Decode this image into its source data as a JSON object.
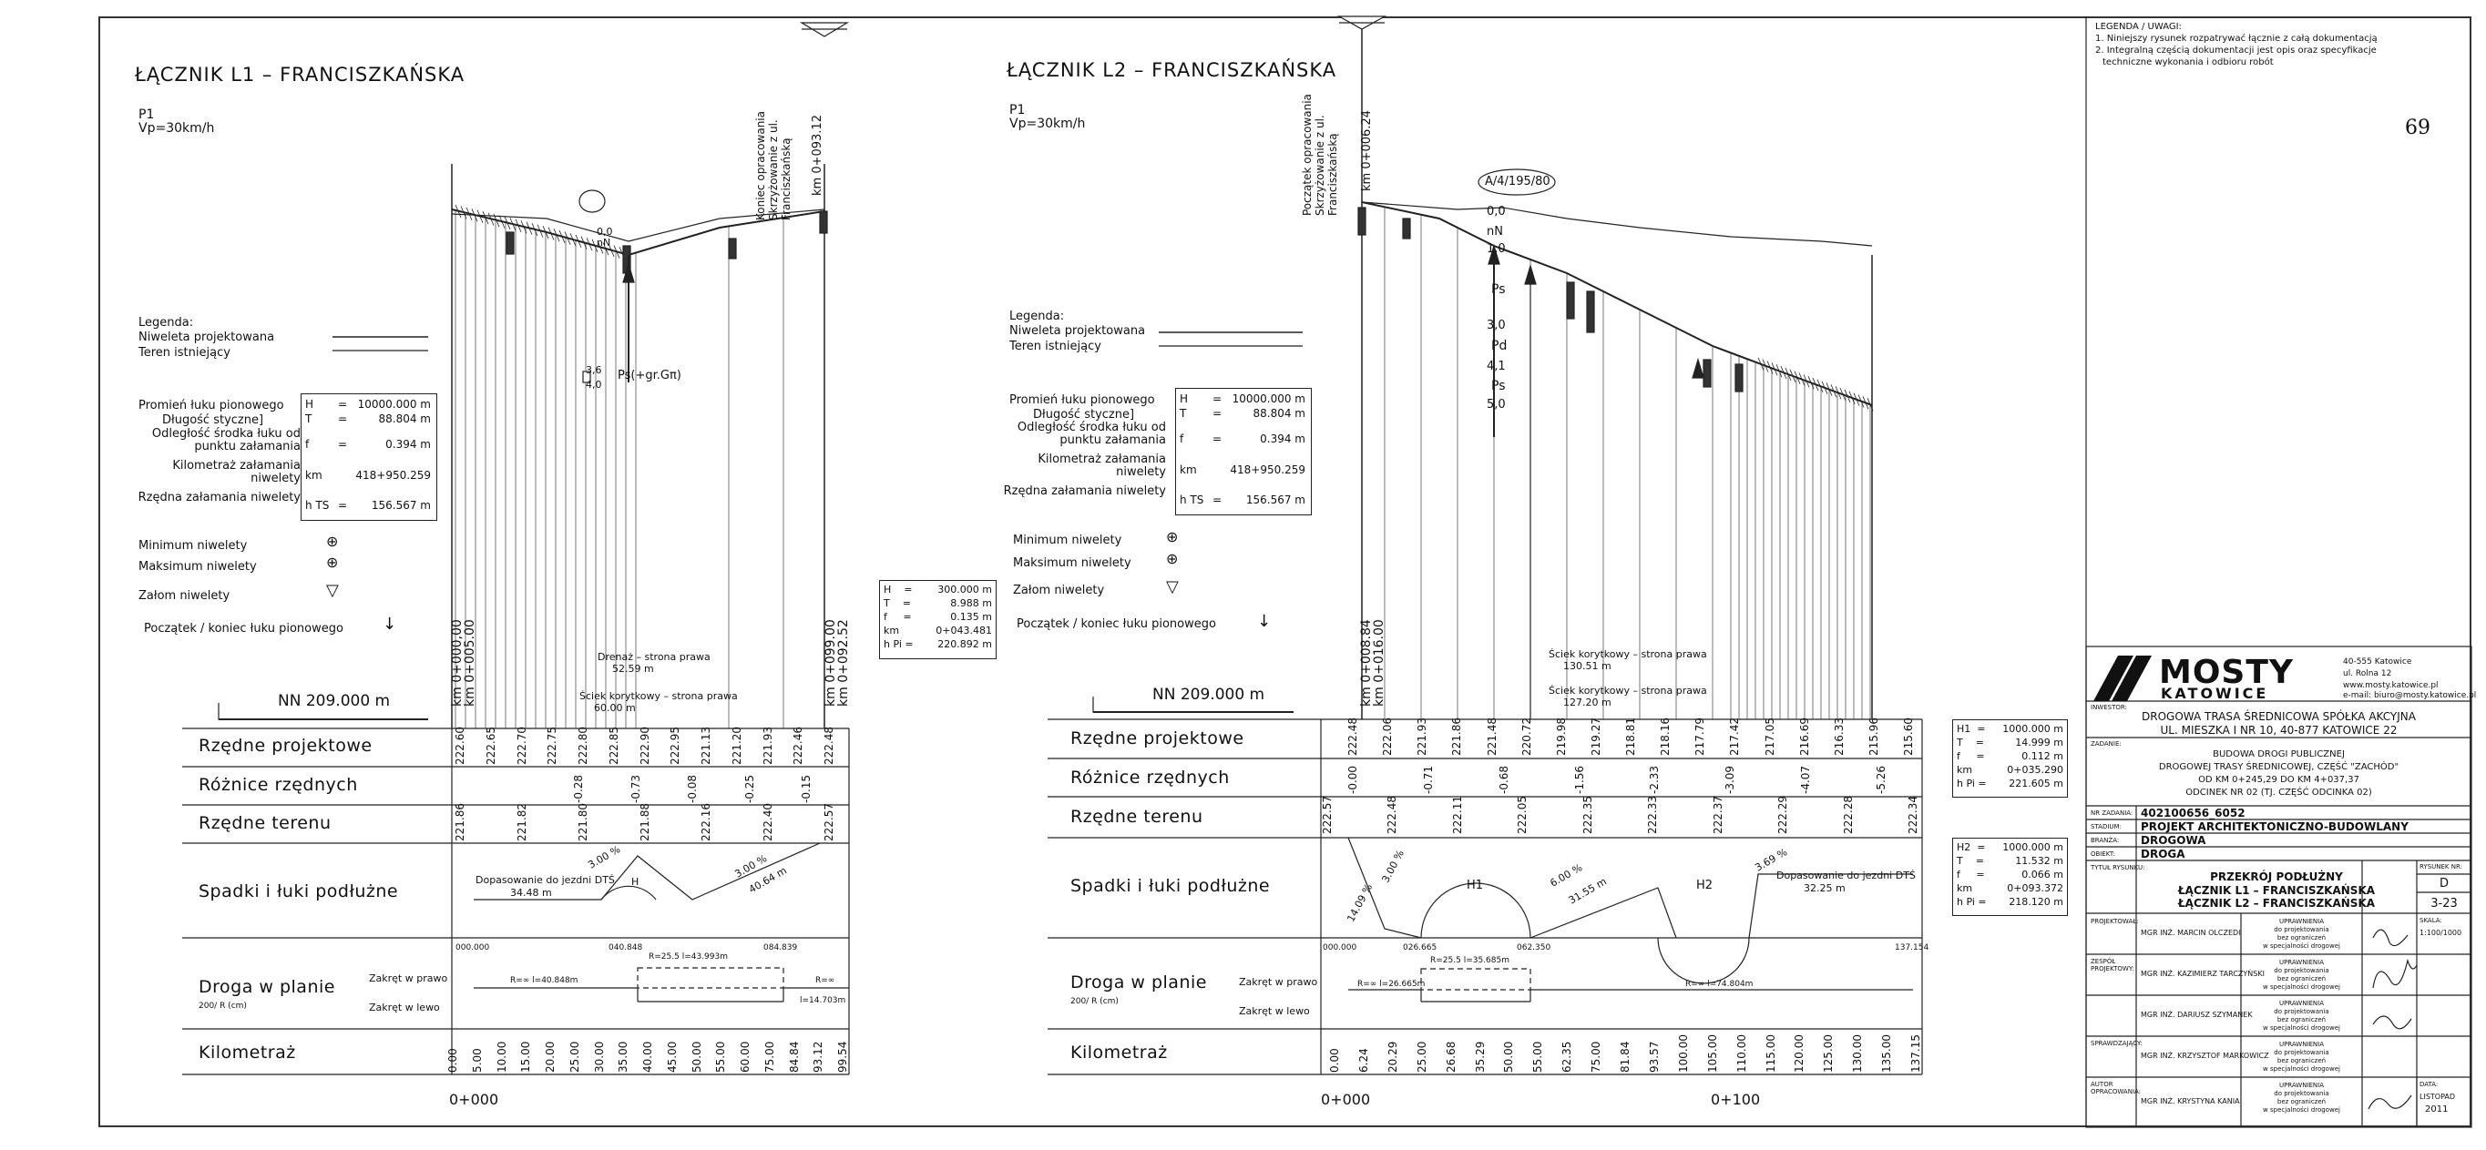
{
  "sheet": {
    "number": "69"
  },
  "l1": {
    "title": "ŁĄCZNIK L1 – FRANCISZKAŃSKA",
    "p1": "P1",
    "speed": "Vp=30km/h",
    "nn": "NN  209.000 m",
    "start_km": "km 0+000,00",
    "start_km2": "km 0+005.00",
    "end_km": "km 0+093.12",
    "end_km2": "km 0+099.00",
    "end_km3": "km 0+092.52",
    "end_label": "Koniec opracowania Skrzyżowanie z ul. Franciszkańską",
    "ps_label": "Ps(+gr.Gπ)",
    "depth_a": "3,6",
    "depth_b": "4,0",
    "nn_small": "nN",
    "grenaz": "Drenaż – strona prawa",
    "grenaz_len": "52.59 m",
    "sciek": "Ściek korytkowy – strona prawa",
    "sciek_len": "60.00 m",
    "spadki_left": "Dopasowanie do jezdni DTŚ",
    "spadki_left_len": "34.48 m",
    "spadki_pct1": "3.00 %",
    "spadki_pct2": "3.00 %",
    "spadki_len2": "40.64 m",
    "h_label": "H",
    "droga_r1": "R=∞ l=40.848m",
    "droga_r2": "R=25.5 l=43.993m",
    "droga_r3": "R=∞",
    "droga_r4": "l=14.703m",
    "droga_s1": "000.000",
    "droga_s2": "040.848",
    "droga_s3": "084.839",
    "chainage_0": "0+000",
    "km_values": [
      "0.00",
      "5.00",
      "10.00",
      "15.00",
      "20.00",
      "25.00",
      "30.00",
      "35.00",
      "40.00",
      "45.00",
      "50.00",
      "55.00",
      "60.00",
      "75.00",
      "84.84",
      "93.12",
      "99.54"
    ],
    "rzedne_proj": [
      "222.60",
      "222.65",
      "222.70",
      "222.75",
      "222.80",
      "222.85",
      "222.90",
      "222.95",
      "221.13",
      "221.20",
      "221.93",
      "222.46",
      "222.48"
    ],
    "roznice": [
      "-0.28",
      "-0.73",
      "-0.08",
      "-0.25",
      "-0.15"
    ],
    "rzedne_ter": [
      "221.86",
      "221.82",
      "221.80",
      "221.88",
      "222.16",
      "222.40",
      "222.57"
    ]
  },
  "l2": {
    "title": "ŁĄCZNIK L2 – FRANCISZKAŃSKA",
    "p1": "P1",
    "speed": "Vp=30km/h",
    "nn": "NN  209.000 m",
    "start_label": "Początek opracowania Skrzyżowanie z ul. Franciszkańską",
    "start_km": "km 0+006.24",
    "start_km2": "km 0+008.84",
    "start_km3": "km 0+016.00",
    "mark": "A/4/195/80",
    "d0": "0,0",
    "dnn": "nN",
    "d1": "1,0",
    "dps1": "Ps",
    "d3": "3,0",
    "dpd": "Pd",
    "d41": "4,1",
    "dps2": "Ps",
    "d5": "5,0",
    "sciek1": "Ściek korytkowy – strona prawa",
    "sciek1_len": "130.51 m",
    "sciek2": "Ściek korytkowy – strona prawa",
    "sciek2_len": "127.20 m",
    "spadki_pct1": "3.00 %",
    "spadki_pct2": "14.09 %",
    "spadki_pct3": "6.00 %",
    "spadki_len3": "31.55 m",
    "spadki_pct4": "3.69 %",
    "spadki_right": "Dopasowanie do jezdni DTŚ",
    "spadki_right_len": "32.25 m",
    "h1_label": "H1",
    "h2_label": "H2",
    "droga_s1": "000.000",
    "droga_s2": "026.665",
    "droga_s3": "062.350",
    "droga_s4": "137.154",
    "droga_r1": "R=∞ l=26.665m",
    "droga_r2": "R=25.5 l=35.685m",
    "droga_r3": "R=∞ l=74.804m",
    "chainage_0": "0+000",
    "chainage_100": "0+100",
    "km_values": [
      "0.00",
      "6.24",
      "20.29",
      "25.00",
      "26.68",
      "35.29",
      "50.00",
      "55.00",
      "62.35",
      "75.00",
      "81.84",
      "93.57",
      "100.00",
      "105.00",
      "110.00",
      "115.00",
      "120.00",
      "125.00",
      "130.00",
      "135.00",
      "137.15"
    ],
    "rzedne_proj": [
      "222.48",
      "222.06",
      "221.93",
      "221.86",
      "221.48",
      "220.72",
      "219.98",
      "219.27",
      "218.81",
      "218.16",
      "217.79",
      "217.42",
      "217.05",
      "216.69",
      "216.33",
      "215.96",
      "215.60"
    ],
    "roznice": [
      "-0.00",
      "-0.71",
      "-0.68",
      "-1.56",
      "-2.33",
      "-3.09",
      "-4.07",
      "-5.26"
    ],
    "rzedne_ter": [
      "222.57",
      "222.48",
      "222.11",
      "222.05",
      "222.35",
      "222.33",
      "222.37",
      "222.29",
      "222.28",
      "222.34"
    ]
  },
  "legend": {
    "heading": "Legenda:",
    "niweleta": "Niweleta projektowana",
    "teren": "Teren istniejący",
    "promien": "Promień łuku pionowego",
    "dlugosc": "Długość styczne]",
    "odleglosc": "Odległość środka łuku od punktu załamania",
    "kilometraz": "Kilometraż załamania niwelety",
    "rzedna": "Rzędna załamania niwelety",
    "minimum": "Minimum niwelety",
    "maksimum": "Maksimum niwelety",
    "zalom": "Załom niwelety",
    "poczatek": "Początek / koniec łuku pionowego",
    "h": "H",
    "h_val": "10000.000 m",
    "t": "T",
    "t_val": "88.804 m",
    "f": "f",
    "f_val": "0.394 m",
    "km": "km",
    "km_val": "418+950.259",
    "hts": "h TS",
    "hts_val": "156.567 m"
  },
  "bands": {
    "rzedne_proj": "Rzędne projektowe",
    "roznice": "Różnice rzędnych",
    "rzedne_ter": "Rzędne terenu",
    "spadki": "Spadki i łuki podłużne",
    "droga": "Droga w planie",
    "droga_sub": "200/ R (cm)",
    "zakret_prawo": "Zakręt w prawo",
    "zakret_lewo": "Zakręt w lewo",
    "kilometraz": "Kilometraż"
  },
  "boxes": {
    "l1": {
      "h": "300.000 m",
      "t": "8.988 m",
      "f": "0.135 m",
      "km": "0+043.481",
      "hpi": "220.892 m"
    },
    "l2a": {
      "h": "1000.000 m",
      "t": "14.999 m",
      "f": "0.112 m",
      "km": "0+035.290",
      "hpi": "221.605 m"
    },
    "l2b": {
      "h": "1000.000 m",
      "t": "11.532 m",
      "f": "0.066 m",
      "km": "0+093.372",
      "hpi": "218.120 m"
    }
  },
  "notes": {
    "heading": "LEGENDA / UWAGI:",
    "n1": "1. Niniejszy rysunek rozpatrywać łącznie z całą dokumentacją",
    "n2": "2. Integralną częścią dokumentacji jest opis oraz specyfikacje",
    "n3": "techniczne wykonania i odbioru robót"
  },
  "titleblock": {
    "logo1": "MOSTY",
    "logo2": "KATOWICE",
    "addr1": "40-555 Katowice",
    "addr2": "ul. Rolna 12",
    "addr3": "www.mosty.katowice.pl",
    "addr4": "e-mail: biuro@mosty.katowice.pl",
    "inwestor_lbl": "INWESTOR:",
    "inwestor1": "DROGOWA TRASA ŚREDNICOWA SPÓŁKA AKCYJNA",
    "inwestor2": "UL. MIESZKA I NR 10, 40-877 KATOWICE 22",
    "zadanie_lbl": "ZADANIE:",
    "zad1": "BUDOWA DROGI PUBLICZNEJ",
    "zad2": "DROGOWEJ TRASY ŚREDNICOWEJ, CZĘŚĆ \"ZACHÓD\"",
    "zad3": "OD KM 0+245,29 DO KM 4+037,37",
    "zad4": "ODCINEK NR 02 (TJ. CZĘŚĆ ODCINKA 02)",
    "nr_lbl": "NR ZADANIA:",
    "nr": "402100656_6052",
    "stadium_lbl": "STADIUM:",
    "stadium": "PROJEKT ARCHITEKTONICZNO-BUDOWLANY",
    "branza_lbl": "BRANŻA:",
    "branza": "DROGOWA",
    "obiekt_lbl": "OBIEKT:",
    "obiekt": "DROGA",
    "tytul_lbl": "TYTUŁ RYSUNKU:",
    "tytul1": "PRZEKRÓJ PODŁUŻNY",
    "tytul2": "ŁĄCZNIK L1 – FRANCISZKAŃSKA",
    "tytul3": "ŁĄCZNIK L2 – FRANCISZKAŃSKA",
    "rys_lbl": "RYSUNEK NR:",
    "rys1": "D",
    "rys2": "3-23",
    "skala_lbl": "SKALA:",
    "skala": "1:100/1000",
    "proj_lbl": "PROJEKTOWAŁ:",
    "proj": "MGR INŻ. MARCIN OLCZEDI",
    "zesp_lbl": "ZESPÓŁ PROJEKTOWY:",
    "zesp1": "MGR INŻ. KAZIMIERZ TARCZYŃSKI",
    "zesp2": "MGR INŻ. DARIUSZ SZYMANEK",
    "spr_lbl": "SPRAWDZAJĄCY:",
    "spr": "MGR INŻ. KRZYSZTOF MARKOWICZ",
    "autor_lbl": "AUTOR OPRACOWANIA:",
    "autor": "MGR INŻ. KRYSTYNA KANIA",
    "upr1": "UPRAWNIENIA",
    "upr2": "do projektowania",
    "upr3": "bez ograniczeń",
    "upr4": "w specjalności drogowej",
    "data_lbl": "DATA:",
    "data1": "LISTOPAD",
    "data2": "2011"
  }
}
